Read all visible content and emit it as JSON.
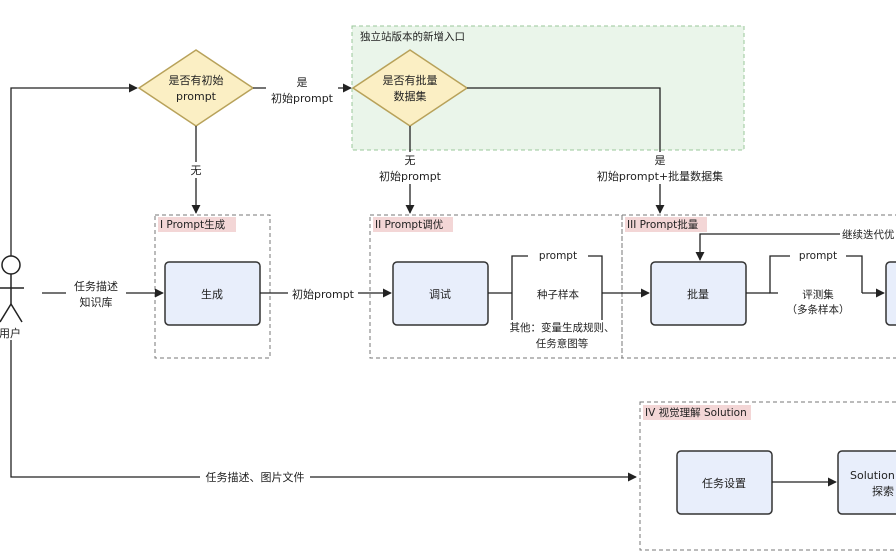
{
  "regions": {
    "standalone": "独立站版本的新增入口",
    "prompt_gen": "I Prompt生成",
    "prompt_tune": "II Prompt调优",
    "prompt_batch": "III Prompt批量",
    "visual": "IV 视觉理解 Solution"
  },
  "decisions": {
    "has_prompt": [
      "是否有初始",
      "prompt"
    ],
    "has_batch": [
      "是否有批量",
      "数据集"
    ]
  },
  "user": "用户",
  "nodes": {
    "generate": "生成",
    "debug": "调试",
    "batch": "批量",
    "task_settings": "任务设置",
    "solution": [
      "Solution",
      "探索"
    ]
  },
  "edges": {
    "yes_prompt": [
      "是",
      "初始prompt"
    ],
    "no": "无",
    "no_prompt": [
      "无",
      "初始prompt"
    ],
    "yes_batch": [
      "是",
      "初始prompt+批量数据集"
    ],
    "task_knowledge": [
      "任务描述",
      "知识库"
    ],
    "init_prompt": "初始prompt",
    "task_image": "任务描述、图片文件",
    "continue_iter": "继续迭代优"
  },
  "debug_outputs": {
    "prompt": "prompt",
    "seed": "种子样本",
    "other": [
      "其他：变量生成规则、",
      "任务意图等"
    ]
  },
  "batch_outputs": {
    "prompt": "prompt",
    "eval": [
      "评测集",
      "（多条样本）"
    ]
  },
  "colors": {
    "diamond_fill": "#fbefc4",
    "diamond_stroke": "#b8a25a",
    "node_fill": "#e8eefb",
    "node_stroke": "#333333",
    "standalone_fill": "#eaf5ea",
    "standalone_stroke": "#9ac79a",
    "section_label_fill": "#f3d6d6",
    "dash_stroke": "#777777",
    "line": "#222222"
  }
}
